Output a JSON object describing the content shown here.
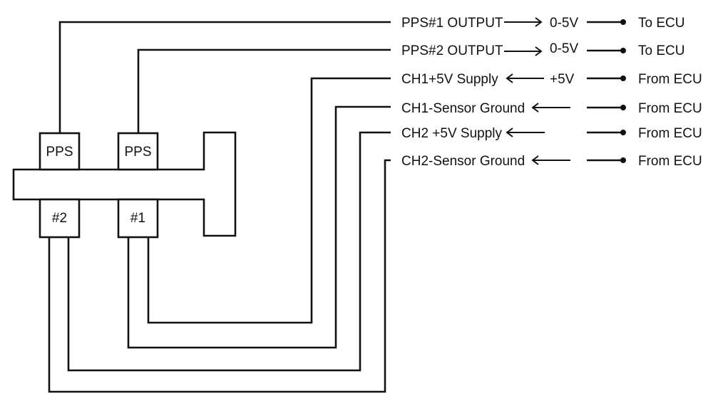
{
  "sensor": {
    "top_labels": [
      "PPS",
      "PPS"
    ],
    "bottom_labels": [
      "#2",
      "#1"
    ]
  },
  "signals": [
    {
      "label": "PPS#1 OUTPUT",
      "direction": "out",
      "value": "0-5V",
      "endpoint": "To ECU"
    },
    {
      "label": "PPS#2 OUTPUT",
      "direction": "out",
      "value": "0-5V",
      "endpoint": "To ECU"
    },
    {
      "label": "CH1+5V Supply",
      "direction": "in",
      "value": "+5V",
      "endpoint": "From ECU"
    },
    {
      "label": "CH1-Sensor Ground",
      "direction": "in",
      "value": "",
      "endpoint": "From ECU"
    },
    {
      "label": "CH2 +5V Supply",
      "direction": "in",
      "value": "",
      "endpoint": "From ECU"
    },
    {
      "label": "CH2-Sensor Ground",
      "direction": "in",
      "value": "",
      "endpoint": "From ECU"
    }
  ]
}
